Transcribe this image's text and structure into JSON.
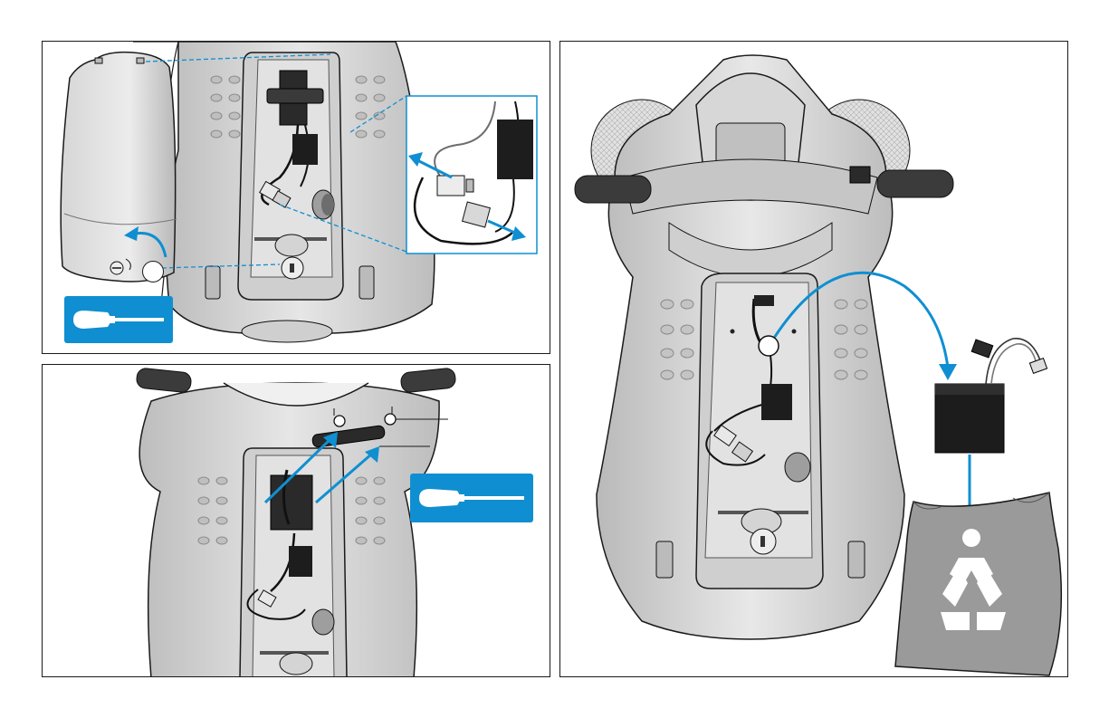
{
  "figure": {
    "panels": [
      {
        "id": "panel-1",
        "name": "remove-rear-cover"
      },
      {
        "id": "panel-2",
        "name": "remove-front-screws"
      },
      {
        "id": "panel-3",
        "name": "remove-battery-and-recycle"
      }
    ],
    "tools": [
      "screwdriver-icon",
      "screwdriver-icon"
    ],
    "icons": [
      "recycle-icon",
      "battery-icon",
      "connector-icon",
      "keyhole-icon",
      "handlebar-grip-icon"
    ],
    "colors": {
      "accent": "#0f8fd1",
      "outline": "#1a1a1a",
      "scooter_body": "#d9d9d9",
      "scooter_shadow": "#9e9e9e",
      "battery": "#1c1c1c",
      "recycle_bag": "#9a9a9a"
    }
  }
}
